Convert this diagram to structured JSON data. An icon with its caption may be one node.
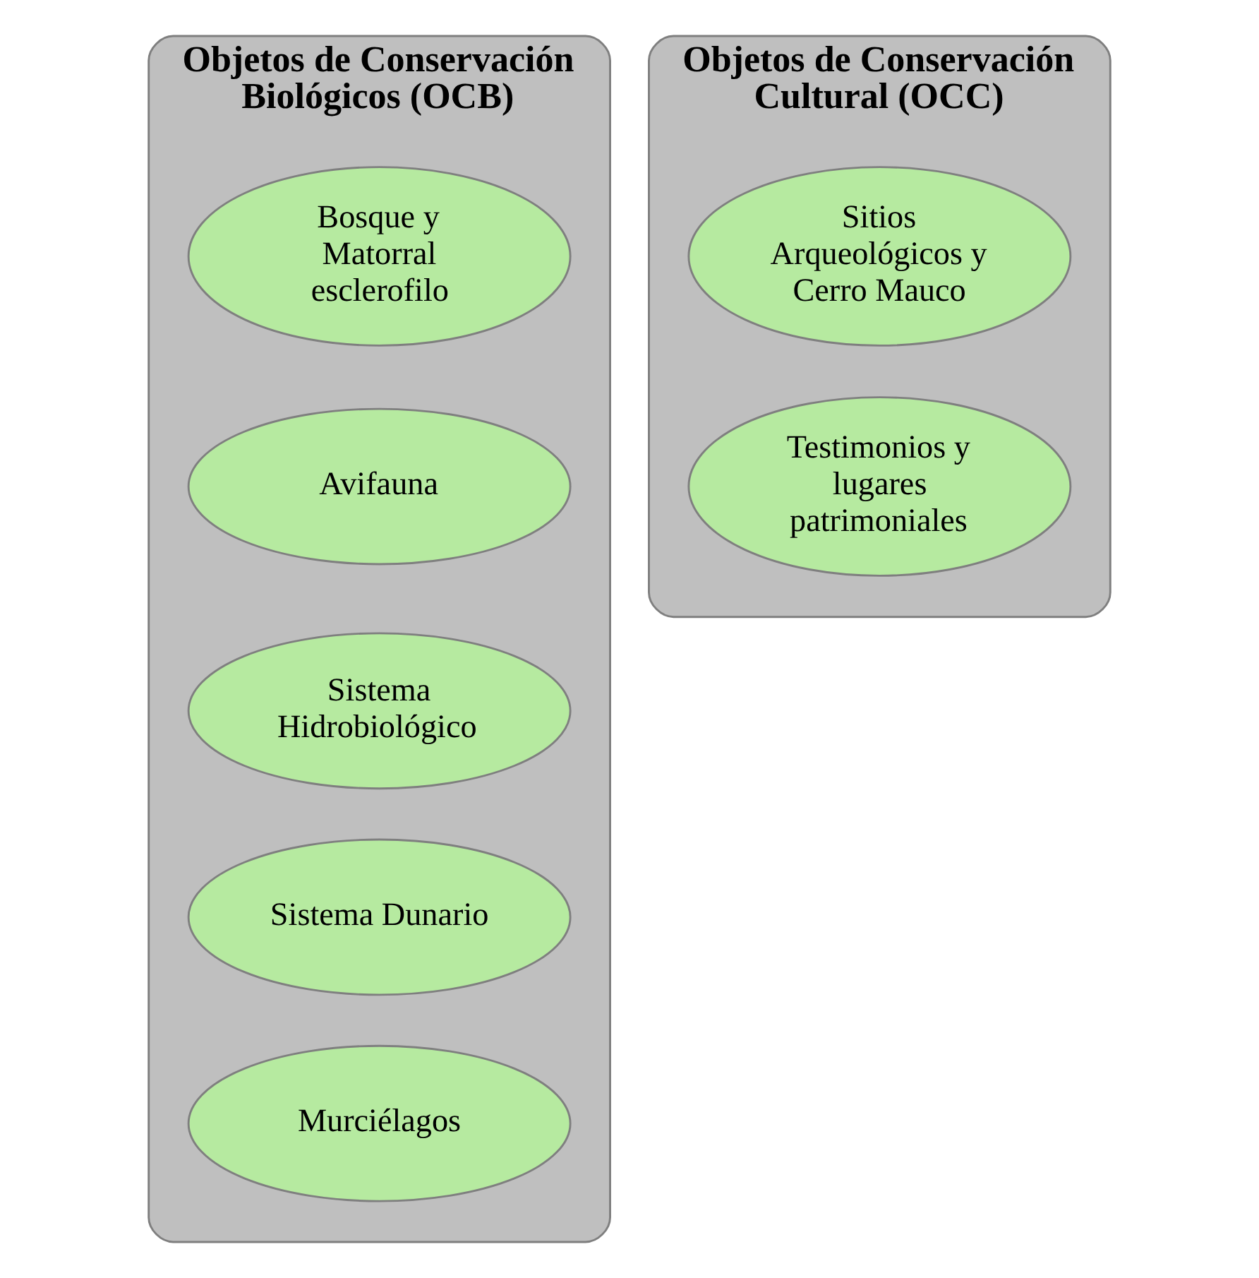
{
  "diagram": {
    "nodes": [
      {
        "text": [
          "Objetos de Conservación Biológicos (OCB)"
        ]
      },
      {
        "text": [
          "Bosque y Matorral esclerofilo"
        ],
        "in": 0
      },
      {
        "text": [
          "Avifauna"
        ],
        "in": 0
      },
      {
        "text": [
          "Sistema Hidrobiológico"
        ],
        "in": 0
      },
      {
        "text": [
          "Sistema Dunario"
        ],
        "in": 0
      },
      {
        "text": [
          "Murciélagos"
        ],
        "in": 0
      },
      {
        "text": [
          "Objetos de Conservación Cultural (OCC)"
        ]
      },
      {
        "text": [
          "Sitios Arqueológicos y Cerro Mauco"
        ],
        "in": 6
      },
      {
        "text": [
          "Testimonios y lugares patrimoniales"
        ],
        "in": 6
      }
    ],
    "edges": []
  }
}
